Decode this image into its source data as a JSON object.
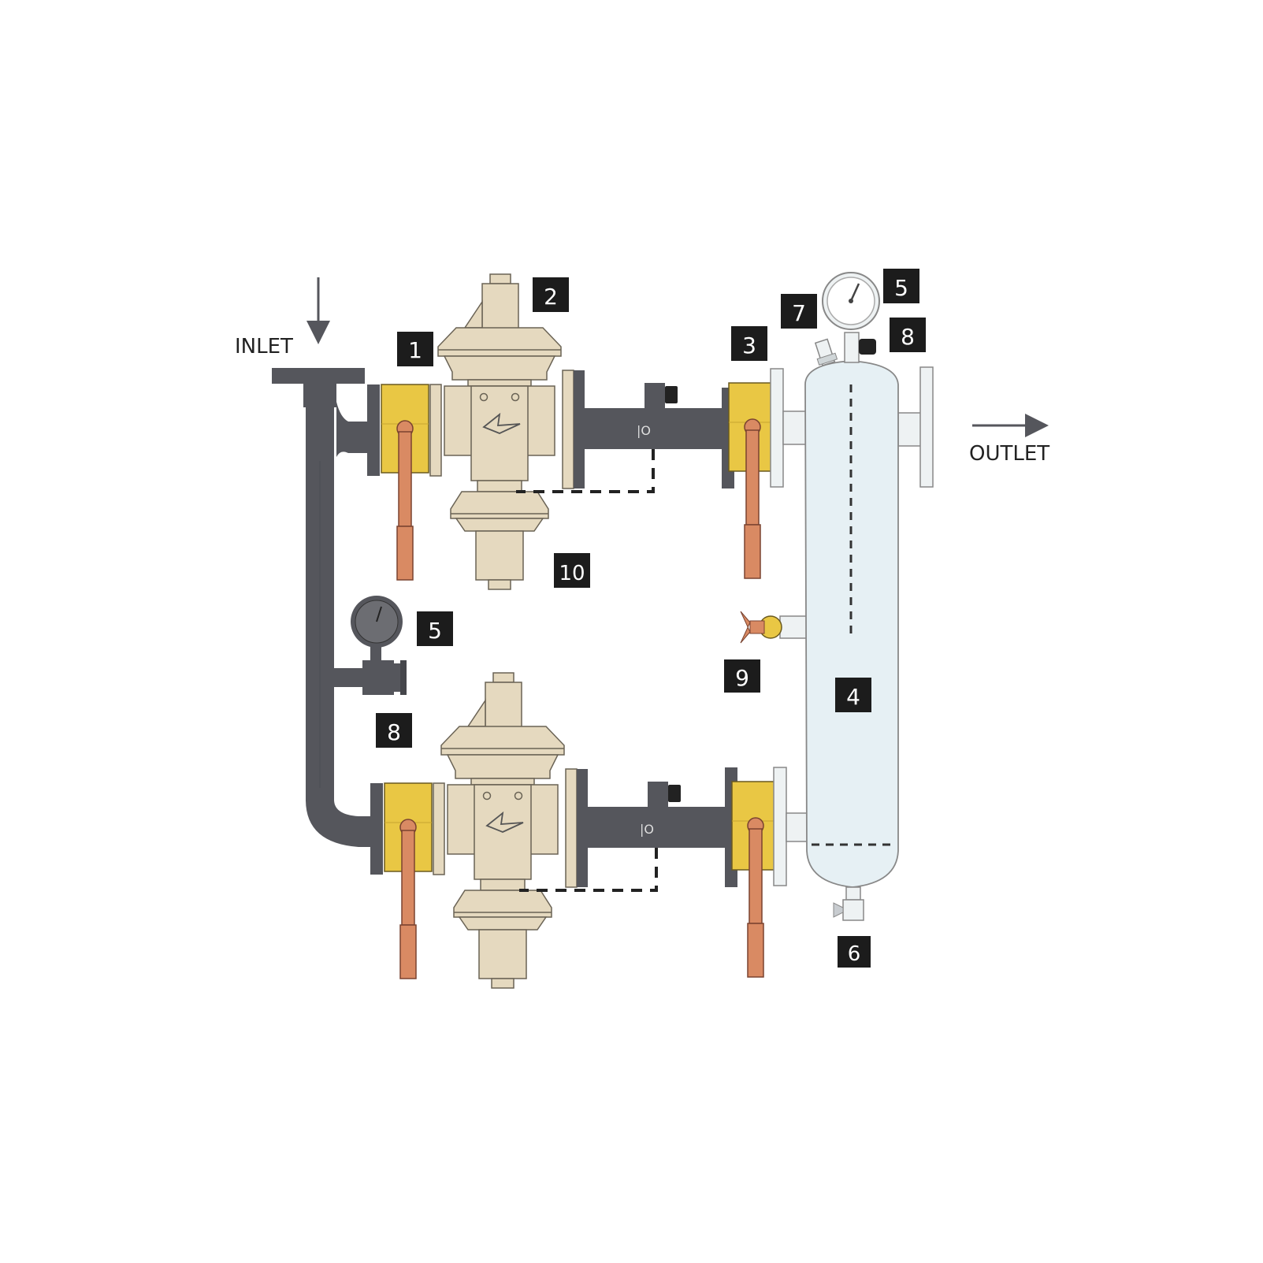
{
  "labels": {
    "inlet": "INLET",
    "outlet": "OUTLET"
  },
  "callouts": [
    {
      "id": "c-1",
      "text": "1"
    },
    {
      "id": "c-2",
      "text": "2"
    },
    {
      "id": "c-3",
      "text": "3"
    },
    {
      "id": "c-4",
      "text": "4"
    },
    {
      "id": "c-5-top",
      "text": "5"
    },
    {
      "id": "c-5-left",
      "text": "5"
    },
    {
      "id": "c-6",
      "text": "6"
    },
    {
      "id": "c-7",
      "text": "7"
    },
    {
      "id": "c-8-top",
      "text": "8"
    },
    {
      "id": "c-8-left",
      "text": "8"
    },
    {
      "id": "c-9",
      "text": "9"
    },
    {
      "id": "c-10",
      "text": "10"
    }
  ],
  "colors": {
    "pipe": "#55565c",
    "pipe_dark": "#45464b",
    "regulator_body": "#e5d9bf",
    "regulator_line": "#6a6355",
    "valve_yellow": "#e9c744",
    "handle_copper": "#d98a63",
    "tank": "#e6f0f4",
    "flange_light": "#eef2f3",
    "badge_bg": "#1c1c1c",
    "badge_text": "#ffffff",
    "label_text": "#222222"
  }
}
